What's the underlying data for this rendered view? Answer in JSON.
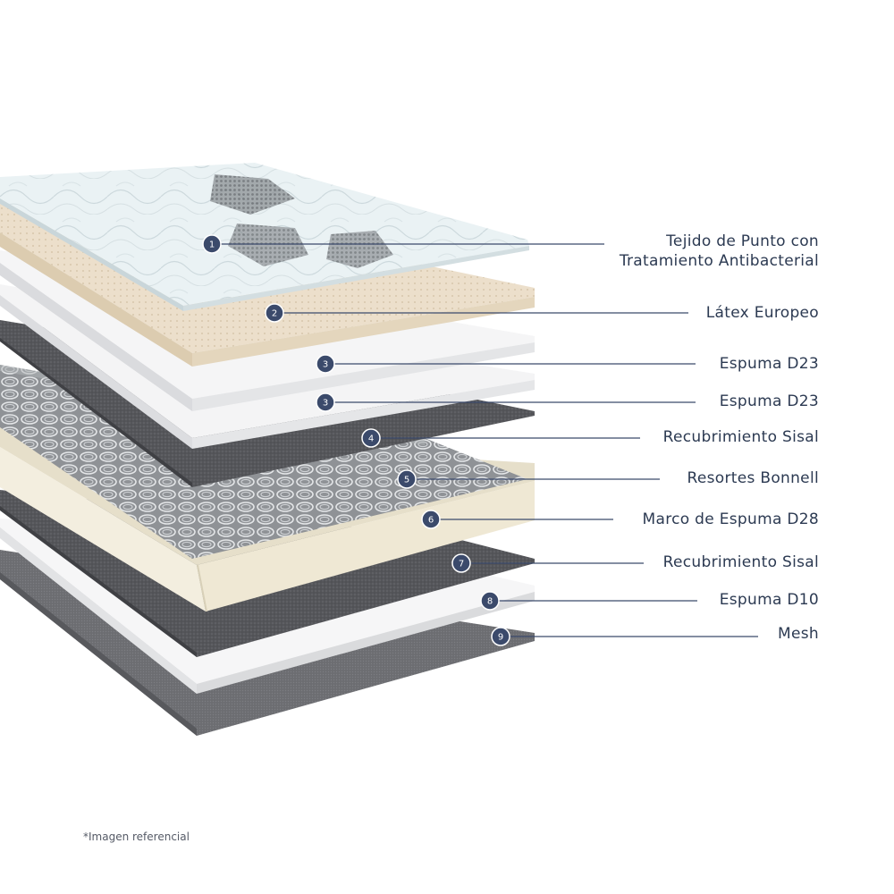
{
  "layers": [
    {
      "number": "1",
      "lines": [
        "Tejido de Punto con",
        "Tratamiento Antibacterial"
      ]
    },
    {
      "number": "2",
      "lines": [
        "Látex Europeo"
      ]
    },
    {
      "number": "3",
      "lines": [
        "Espuma D23"
      ]
    },
    {
      "number": "3",
      "lines": [
        "Espuma D23"
      ]
    },
    {
      "number": "4",
      "lines": [
        "Recubrimiento Sisal"
      ]
    },
    {
      "number": "5",
      "lines": [
        "Resortes Bonnell"
      ]
    },
    {
      "number": "6",
      "lines": [
        "Marco de Espuma D28"
      ]
    },
    {
      "number": "7",
      "lines": [
        "Recubrimiento Sisal"
      ]
    },
    {
      "number": "8",
      "lines": [
        "Espuma D10"
      ]
    },
    {
      "number": "9",
      "lines": [
        "Mesh"
      ]
    }
  ],
  "footnote": "*Imagen referencial",
  "colors": {
    "badge": "#3b4a6b",
    "leader": "#3b4a6b",
    "label": "#2c3a52",
    "fabric": "#e9f1f3",
    "latex": "#eee2d0",
    "foam": "#f1f1f2",
    "sisal": "#5b5c60",
    "springs": "#b9bcc0",
    "frame": "#efe9d8",
    "mesh": "#6e6f73"
  }
}
